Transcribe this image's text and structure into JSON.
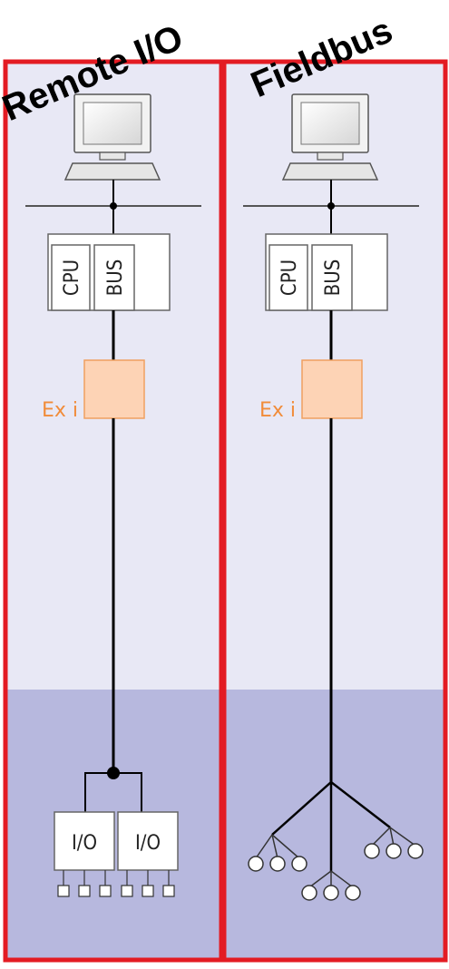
{
  "panels": [
    {
      "title": "Remote I/O",
      "cpu_label": "CPU",
      "bus_label": "BUS",
      "exi_label": "Ex i",
      "io_labels": [
        "I/O",
        "I/O"
      ]
    },
    {
      "title": "Fieldbus",
      "cpu_label": "CPU",
      "bus_label": "BUS",
      "exi_label": "Ex i"
    }
  ],
  "colors": {
    "panel_upper": "#e8e8f5",
    "panel_lower": "#b7b8de",
    "border": "#e31b23",
    "exi_fill": "#fdd3b5",
    "exi_text": "#f18c3a"
  }
}
